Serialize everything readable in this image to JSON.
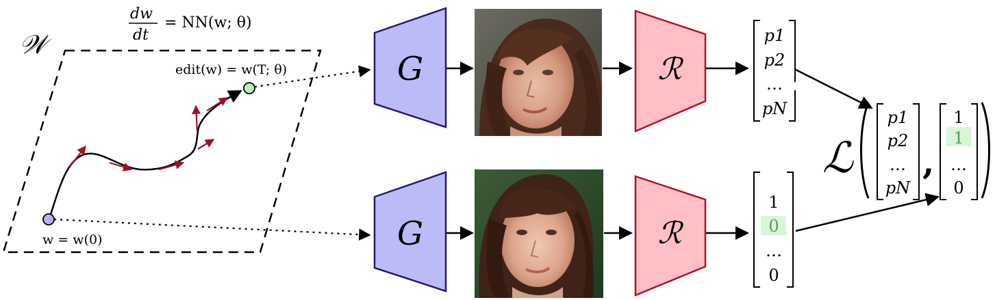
{
  "latent_space": {
    "symbol": "𝒲",
    "ode_lhs_num": "dw",
    "ode_lhs_den": "dt",
    "ode_rhs": "= NN(w; θ)",
    "edit_label": "edit(w) = w(T; θ)",
    "start_label": "w = w(0)"
  },
  "generator": {
    "symbol": "G"
  },
  "regressor": {
    "symbol": "ℛ"
  },
  "loss": {
    "symbol": "ℒ"
  },
  "pred_vector_top": {
    "entries": [
      "p1",
      "p2",
      "…",
      "pN"
    ]
  },
  "target_vector_bottom": {
    "entries": [
      "1",
      "0",
      "…",
      "0"
    ],
    "highlight_index": 1
  },
  "loss_args": {
    "pred": [
      "p1",
      "p2",
      "…",
      "pN"
    ],
    "target": [
      "1",
      "1",
      "…",
      "0"
    ],
    "comma": ",",
    "target_highlight_index": 1
  },
  "colors": {
    "generator_fill": "#bbbbf7",
    "generator_stroke": "#2c1470",
    "regressor_fill": "#ffbfc4",
    "regressor_stroke": "#b0102a",
    "start_point": "#b4b4f0",
    "end_point": "#b8f0b8",
    "tangent_arrows": "#a0102a",
    "highlight": "#d8f5d8"
  }
}
